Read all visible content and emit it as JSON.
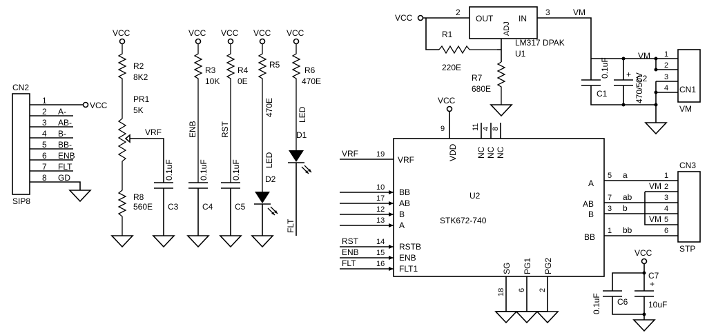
{
  "labels": {
    "vcc": "VCC",
    "vm": "VM",
    "vrf": "VRF",
    "enb": "ENB",
    "rst": "RST",
    "flt": "FLT",
    "led": "LED",
    "c_01uf": "0.1uF",
    "c_10uf": "10uF"
  },
  "cn2": {
    "ref": "CN2",
    "part": "SIP8",
    "pins": [
      {
        "num": "1",
        "name": ""
      },
      {
        "num": "2",
        "name": "A-"
      },
      {
        "num": "3",
        "name": "AB-"
      },
      {
        "num": "4",
        "name": "B-"
      },
      {
        "num": "5",
        "name": "BB-"
      },
      {
        "num": "6",
        "name": "ENB"
      },
      {
        "num": "7",
        "name": "FLT"
      },
      {
        "num": "8",
        "name": "GD"
      }
    ]
  },
  "resistors": {
    "r2": {
      "ref": "R2",
      "value": "8K2"
    },
    "pr1": {
      "ref": "PR1",
      "value": "5K"
    },
    "r8": {
      "ref": "R8",
      "value": "560E"
    },
    "r3": {
      "ref": "R3",
      "value": "10K"
    },
    "r4": {
      "ref": "R4",
      "value": "0E"
    },
    "r5": {
      "ref": "R5",
      "value": "470E"
    },
    "r6": {
      "ref": "R6",
      "value": "470E"
    },
    "r1": {
      "ref": "R1",
      "value": "220E"
    },
    "r7": {
      "ref": "R7",
      "value": "680E"
    }
  },
  "capacitors": {
    "c1": {
      "ref": "C1"
    },
    "c2": {
      "ref": "C2",
      "value": "470/50V"
    },
    "c3": {
      "ref": "C3"
    },
    "c4": {
      "ref": "C4"
    },
    "c5": {
      "ref": "C5"
    },
    "c6": {
      "ref": "C6"
    },
    "c7": {
      "ref": "C7"
    }
  },
  "diodes": {
    "d1": {
      "ref": "D1"
    },
    "d2": {
      "ref": "D2"
    }
  },
  "u1": {
    "ref": "U1",
    "part": "LM317 DPAK",
    "out": "OUT",
    "in": "IN",
    "adj": "ADJ",
    "pin_out": "2",
    "pin_in": "3"
  },
  "u2": {
    "ref": "U2",
    "part": "STK672-740",
    "left_pins": [
      {
        "num": "19",
        "name": "VRF"
      },
      {
        "num": "10",
        "name": "BB"
      },
      {
        "num": "17",
        "name": "AB"
      },
      {
        "num": "12",
        "name": "B"
      },
      {
        "num": "13",
        "name": "A"
      },
      {
        "num": "14",
        "name": "RSTB"
      },
      {
        "num": "15",
        "name": "ENB"
      },
      {
        "num": "16",
        "name": "FLT1"
      }
    ],
    "top_pins": [
      {
        "num": "9",
        "name": "VDD"
      },
      {
        "num": "11",
        "name": "NC"
      },
      {
        "num": "4",
        "name": "NC"
      },
      {
        "num": "8",
        "name": "NC"
      }
    ],
    "right_pins": [
      {
        "num": "5",
        "name": "A"
      },
      {
        "num": "7",
        "name": "AB"
      },
      {
        "num": "3",
        "name": "B"
      },
      {
        "num": "1",
        "name": "BB"
      }
    ],
    "bottom_pins": [
      {
        "num": "18",
        "name": "SG"
      },
      {
        "num": "6",
        "name": "PG1"
      },
      {
        "num": "2",
        "name": "PG2"
      }
    ]
  },
  "cn1": {
    "ref": "CN1",
    "net": "VM",
    "pins": [
      "1",
      "2",
      "3",
      "4"
    ]
  },
  "cn3": {
    "ref": "CN3",
    "part": "STP",
    "pins": [
      "1",
      "2",
      "3",
      "4",
      "5",
      "6"
    ],
    "nets": [
      "a",
      "ab",
      "b",
      "bb"
    ]
  }
}
